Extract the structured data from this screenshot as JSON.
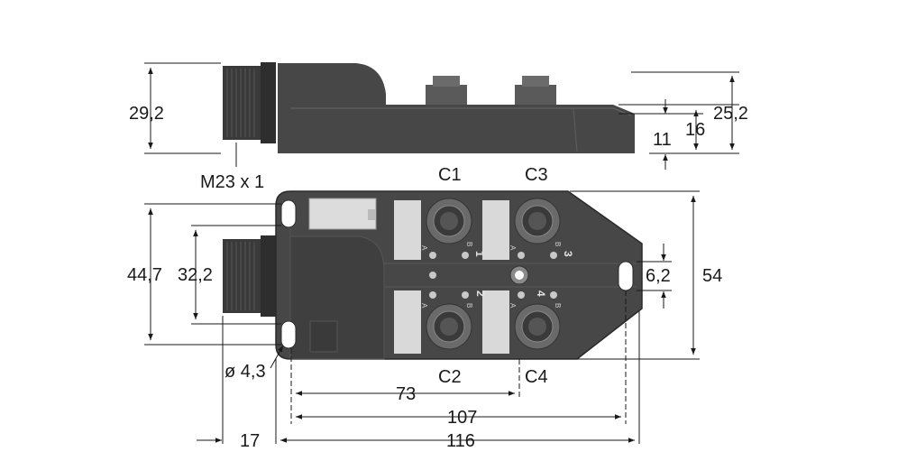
{
  "dimensions": {
    "side_height": "29,2",
    "thread": "M23 x 1",
    "base_height": "11",
    "mid_height": "16",
    "total_height": "25,2",
    "outer_width": "44,7",
    "inner_width": "32,2",
    "slot": "6,2",
    "depth": "54",
    "hole": "ø 4,3",
    "offset_73": "73",
    "offset_107": "107",
    "offset_17": "17",
    "length_116": "116"
  },
  "ports": {
    "c1": "C1",
    "c2": "C2",
    "c3": "C3",
    "c4": "C4",
    "n1": "1",
    "n2": "2",
    "n3": "3",
    "n4": "4",
    "led_a": "A",
    "led_b": "B"
  },
  "colors": {
    "body": "#444444",
    "body_dark": "#2e2e2e",
    "label_plate": "#d9d9d9",
    "led": "#c8c8c8"
  }
}
